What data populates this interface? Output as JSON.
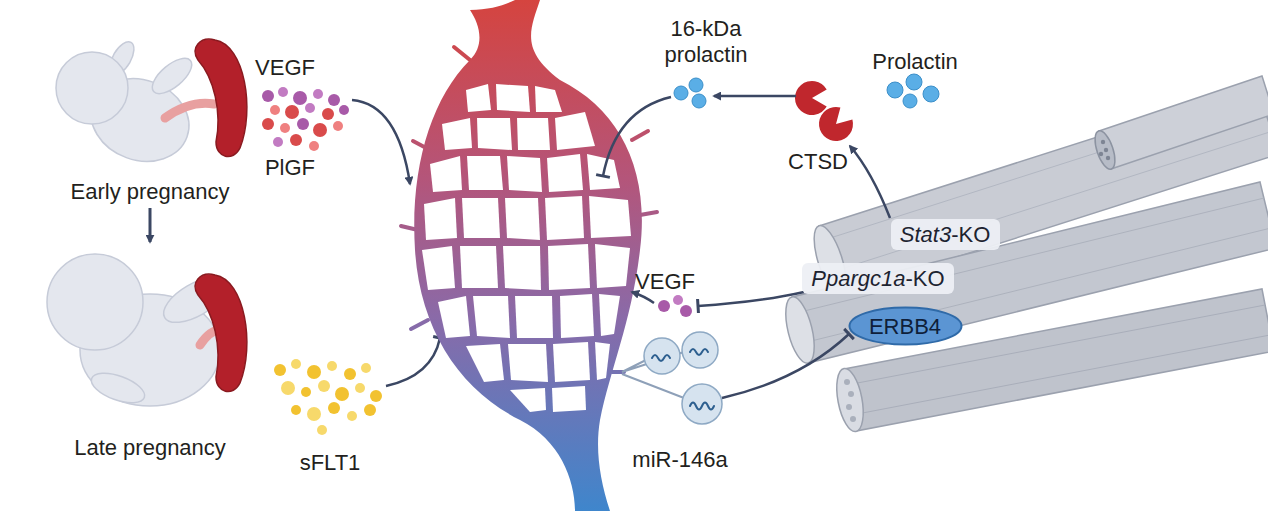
{
  "diagram": {
    "nodes": [
      {
        "text": [
          "Stat3-KO"
        ]
      },
      {
        "text": [
          "Ppargc1a-KO"
        ]
      },
      {
        "text": [
          "ERBB4"
        ]
      }
    ],
    "labels": [
      "VEGF",
      "PlGF",
      "Early pregnancy",
      "Late pregnancy",
      "sFLT1",
      "16-kDa prolactin",
      "Prolactin",
      "CTSD",
      "VEGF",
      "miR-146a"
    ]
  }
}
